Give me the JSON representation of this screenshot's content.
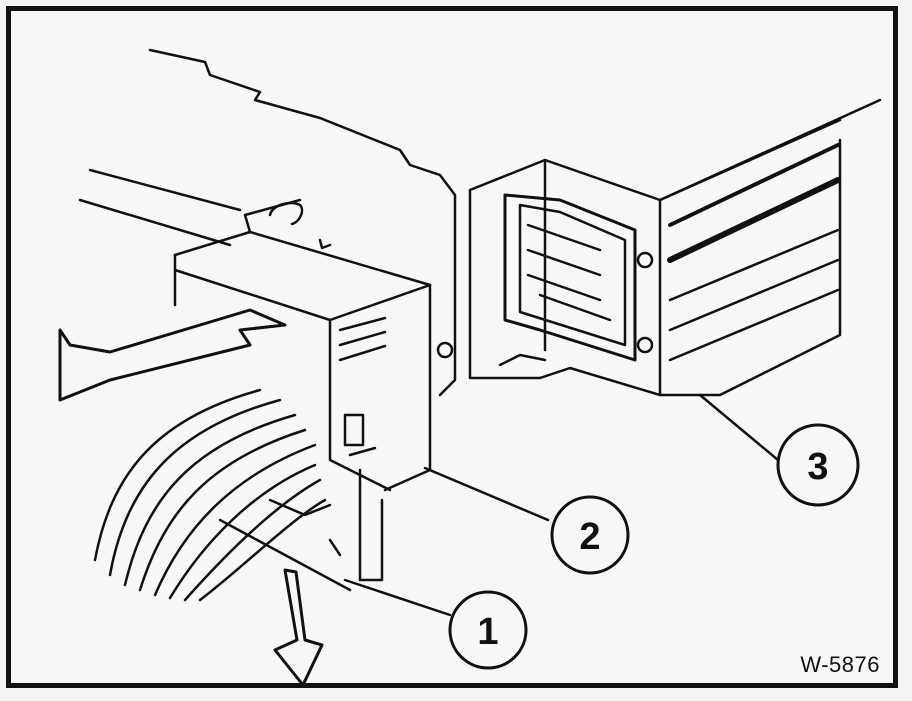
{
  "figure": {
    "code": "W-5876",
    "callouts": [
      {
        "label": "1"
      },
      {
        "label": "2"
      },
      {
        "label": "3"
      }
    ]
  },
  "colors": {
    "ink": "#111111",
    "paper": "#f7f7f7"
  }
}
